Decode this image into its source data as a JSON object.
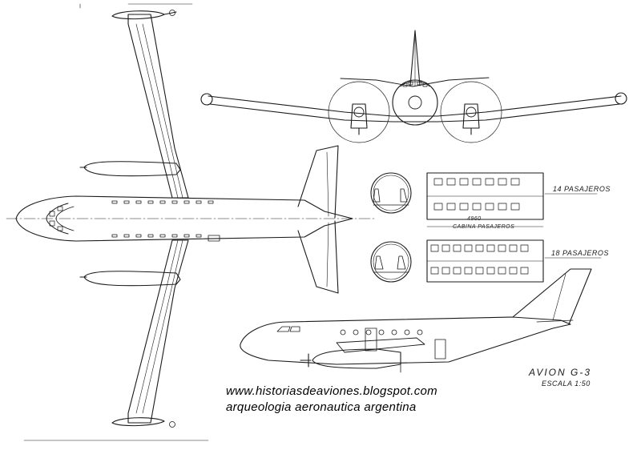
{
  "drawing": {
    "labels": {
      "capacity_14": "14 PASAJEROS",
      "capacity_18": "18 PASAJEROS",
      "cabin_length": "4960",
      "cabin_caption": "CABINA PASAJEROS",
      "aircraft_name": "AVION G-3",
      "scale": "ESCALA 1:50"
    }
  },
  "watermark": {
    "url": "www.historiasdeaviones.blogspot.com",
    "caption": "arqueologia aeronautica argentina"
  },
  "colors": {
    "ink": "#1a1a1a",
    "paper": "#ffffff"
  }
}
